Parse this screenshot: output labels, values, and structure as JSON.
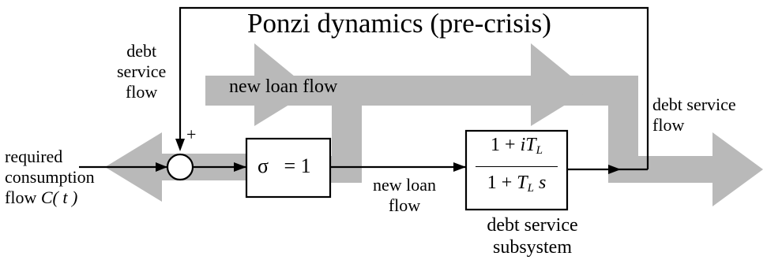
{
  "diagram": {
    "title": "Ponzi dynamics (pre-crisis)",
    "left_label": [
      "required",
      "consumption",
      "flow"
    ],
    "left_label_func": "C( t )",
    "debt_service_left": [
      "debt",
      "service",
      "flow"
    ],
    "plus_sign": "+",
    "new_loan_flow_arrow": "new loan flow",
    "debt_service_right": [
      "debt service",
      "flow"
    ],
    "sigma_symbol": "σ",
    "sigma_eq": "= 1",
    "new_loan_bottom": [
      "new loan",
      "flow"
    ],
    "transfer_num_prefix": "1 + ",
    "transfer_num_var": "iT",
    "transfer_sub": "L",
    "transfer_den_prefix": "1 + ",
    "transfer_den_var": "T",
    "transfer_den_suffix": " s",
    "subsystem_label": [
      "debt service",
      "subsystem"
    ]
  },
  "colors": {
    "flow_band": "#b9b9b9",
    "line": "#000000",
    "background": "#ffffff"
  }
}
